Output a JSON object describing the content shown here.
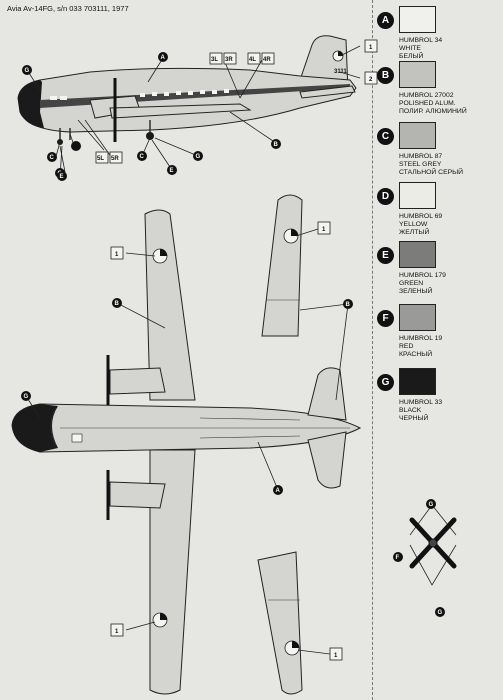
{
  "header": {
    "title": "Avia Av-14FG, s/n 033 703111, 1977"
  },
  "aircraft": {
    "tail_number": "3111"
  },
  "swatches": [
    {
      "letter": "A",
      "color": "#f0f0ec",
      "lines": [
        "HUMBROL 34",
        "WHITE",
        "БЕЛЫЙ"
      ]
    },
    {
      "letter": "B",
      "color": "#c2c3bf",
      "lines": [
        "HUMBROL 27002",
        "POLISHED ALUM.",
        "ПОЛИР. АЛЮМИНИЙ"
      ]
    },
    {
      "letter": "C",
      "color": "#b4b5b1",
      "lines": [
        "HUMBROL 87",
        "STEEL GREY",
        "СТАЛЬНОЙ СЕРЫЙ"
      ]
    },
    {
      "letter": "D",
      "color": "#ebece6",
      "lines": [
        "HUMBROL 69",
        "YELLOW",
        "ЖЕЛТЫЙ"
      ]
    },
    {
      "letter": "E",
      "color": "#7c7d7a",
      "lines": [
        "HUMBROL 179",
        "GREEN",
        "ЗЕЛЕНЫЙ"
      ]
    },
    {
      "letter": "F",
      "color": "#9a9b98",
      "lines": [
        "HUMBROL 19",
        "RED",
        "КРАСНЫЙ"
      ]
    },
    {
      "letter": "G",
      "color": "#1a1a1a",
      "lines": [
        "HUMBROL 33",
        "BLACK",
        "ЧЕРНЫЙ"
      ]
    }
  ],
  "callouts": {
    "decal_1": "1",
    "decal_2": "2",
    "decal_3L": "3L",
    "decal_3R": "3R",
    "decal_4L": "4L",
    "decal_4R": "4R",
    "decal_5L": "5L",
    "decal_5R": "5R",
    "A": "A",
    "B": "B",
    "C": "C",
    "E": "E",
    "F": "F",
    "G": "G"
  }
}
